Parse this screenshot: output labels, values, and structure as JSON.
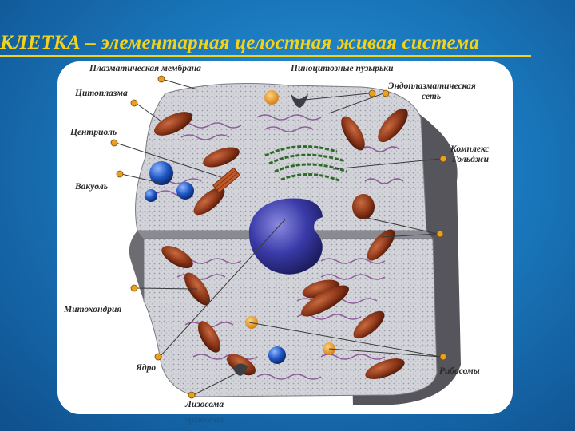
{
  "slide": {
    "title": "КЛЕТКА – элементарная целостная живая система",
    "title_color": "#f2d21a",
    "background_color": "#1a78bd"
  },
  "diagram": {
    "labels": {
      "plasma_membrane": "Плазматическая мембрана",
      "pinocytic_vesicles": "Пиноцитозные пузырьки",
      "cytoplasm": "Цитоплазма",
      "er_line1": "Эндоплазматическая",
      "er_line2": "сеть",
      "centriole": "Центриоль",
      "golgi_line1": "Комплекс",
      "golgi_line2": "Гольджи",
      "vacuole": "Вакуоль",
      "mitochondrion": "Митохондрия",
      "nucleus": "Ядро",
      "ribosomes": "Рибосомы",
      "lysosome": "Лизосома"
    },
    "colors": {
      "cytoplasm": "#cfcfd6",
      "cell_shadow": "#5c5c62",
      "er": "#8a4f96",
      "mitochondria": "#8a3518",
      "nucleus": "#3a3aa8",
      "vacuole": "#1f55c2",
      "golgi": "#2e6b26",
      "marker": "#e8a020"
    }
  }
}
